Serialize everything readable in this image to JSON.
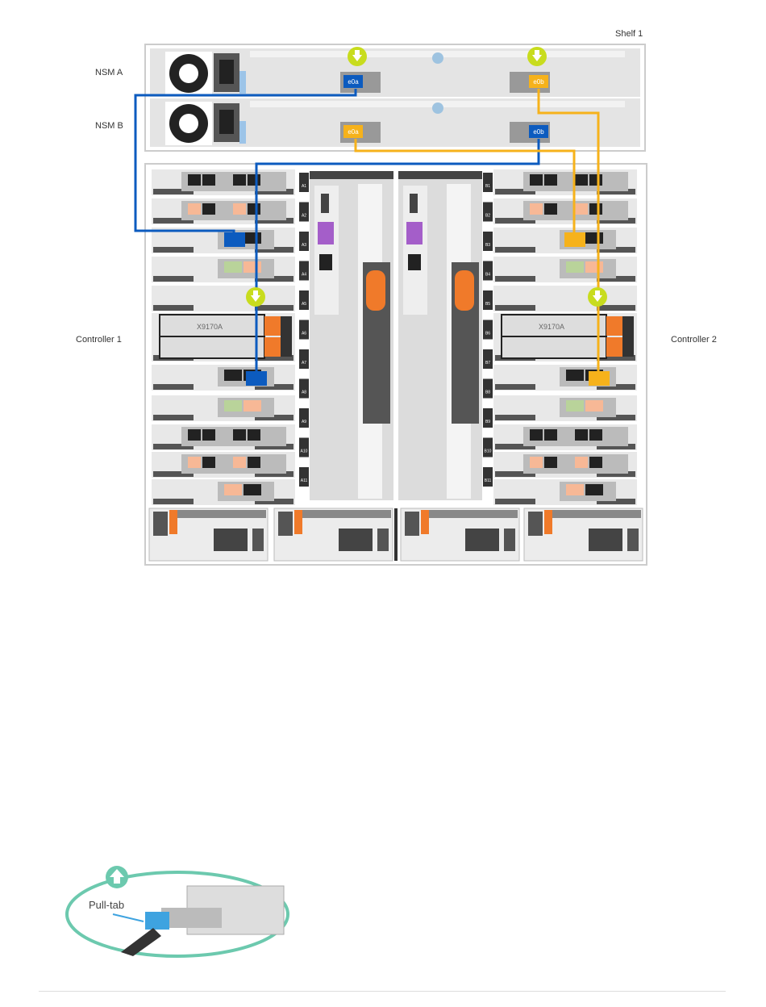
{
  "labels": {
    "shelf": "Shelf 1",
    "nsm_a": "NSM A",
    "nsm_b": "NSM B",
    "controller_1": "Controller 1",
    "controller_2": "Controller 2",
    "pull_tab": "Pull-tab"
  },
  "shelf_ports": {
    "nsm_a": [
      "e0a",
      "e0b"
    ],
    "nsm_b": [
      "e0a",
      "e0b"
    ]
  },
  "card_label": "X9170A",
  "slots_left": [
    "A1",
    "A2",
    "A3",
    "A4",
    "A5",
    "A6",
    "A7",
    "A8",
    "A9",
    "A10",
    "A11"
  ],
  "slots_right": [
    "B1",
    "B2",
    "B3",
    "B4",
    "B5",
    "B6",
    "B7",
    "B8",
    "B9",
    "B10",
    "B11"
  ],
  "colors": {
    "cable_blue": "#0c5bbf",
    "cable_yellow": "#f6b21b",
    "badge_green": "#c8dc1e",
    "orange": "#f07a2a",
    "peach": "#f7b896",
    "lightgreen": "#b9d39a",
    "inset_ring": "#6cc9ae"
  }
}
